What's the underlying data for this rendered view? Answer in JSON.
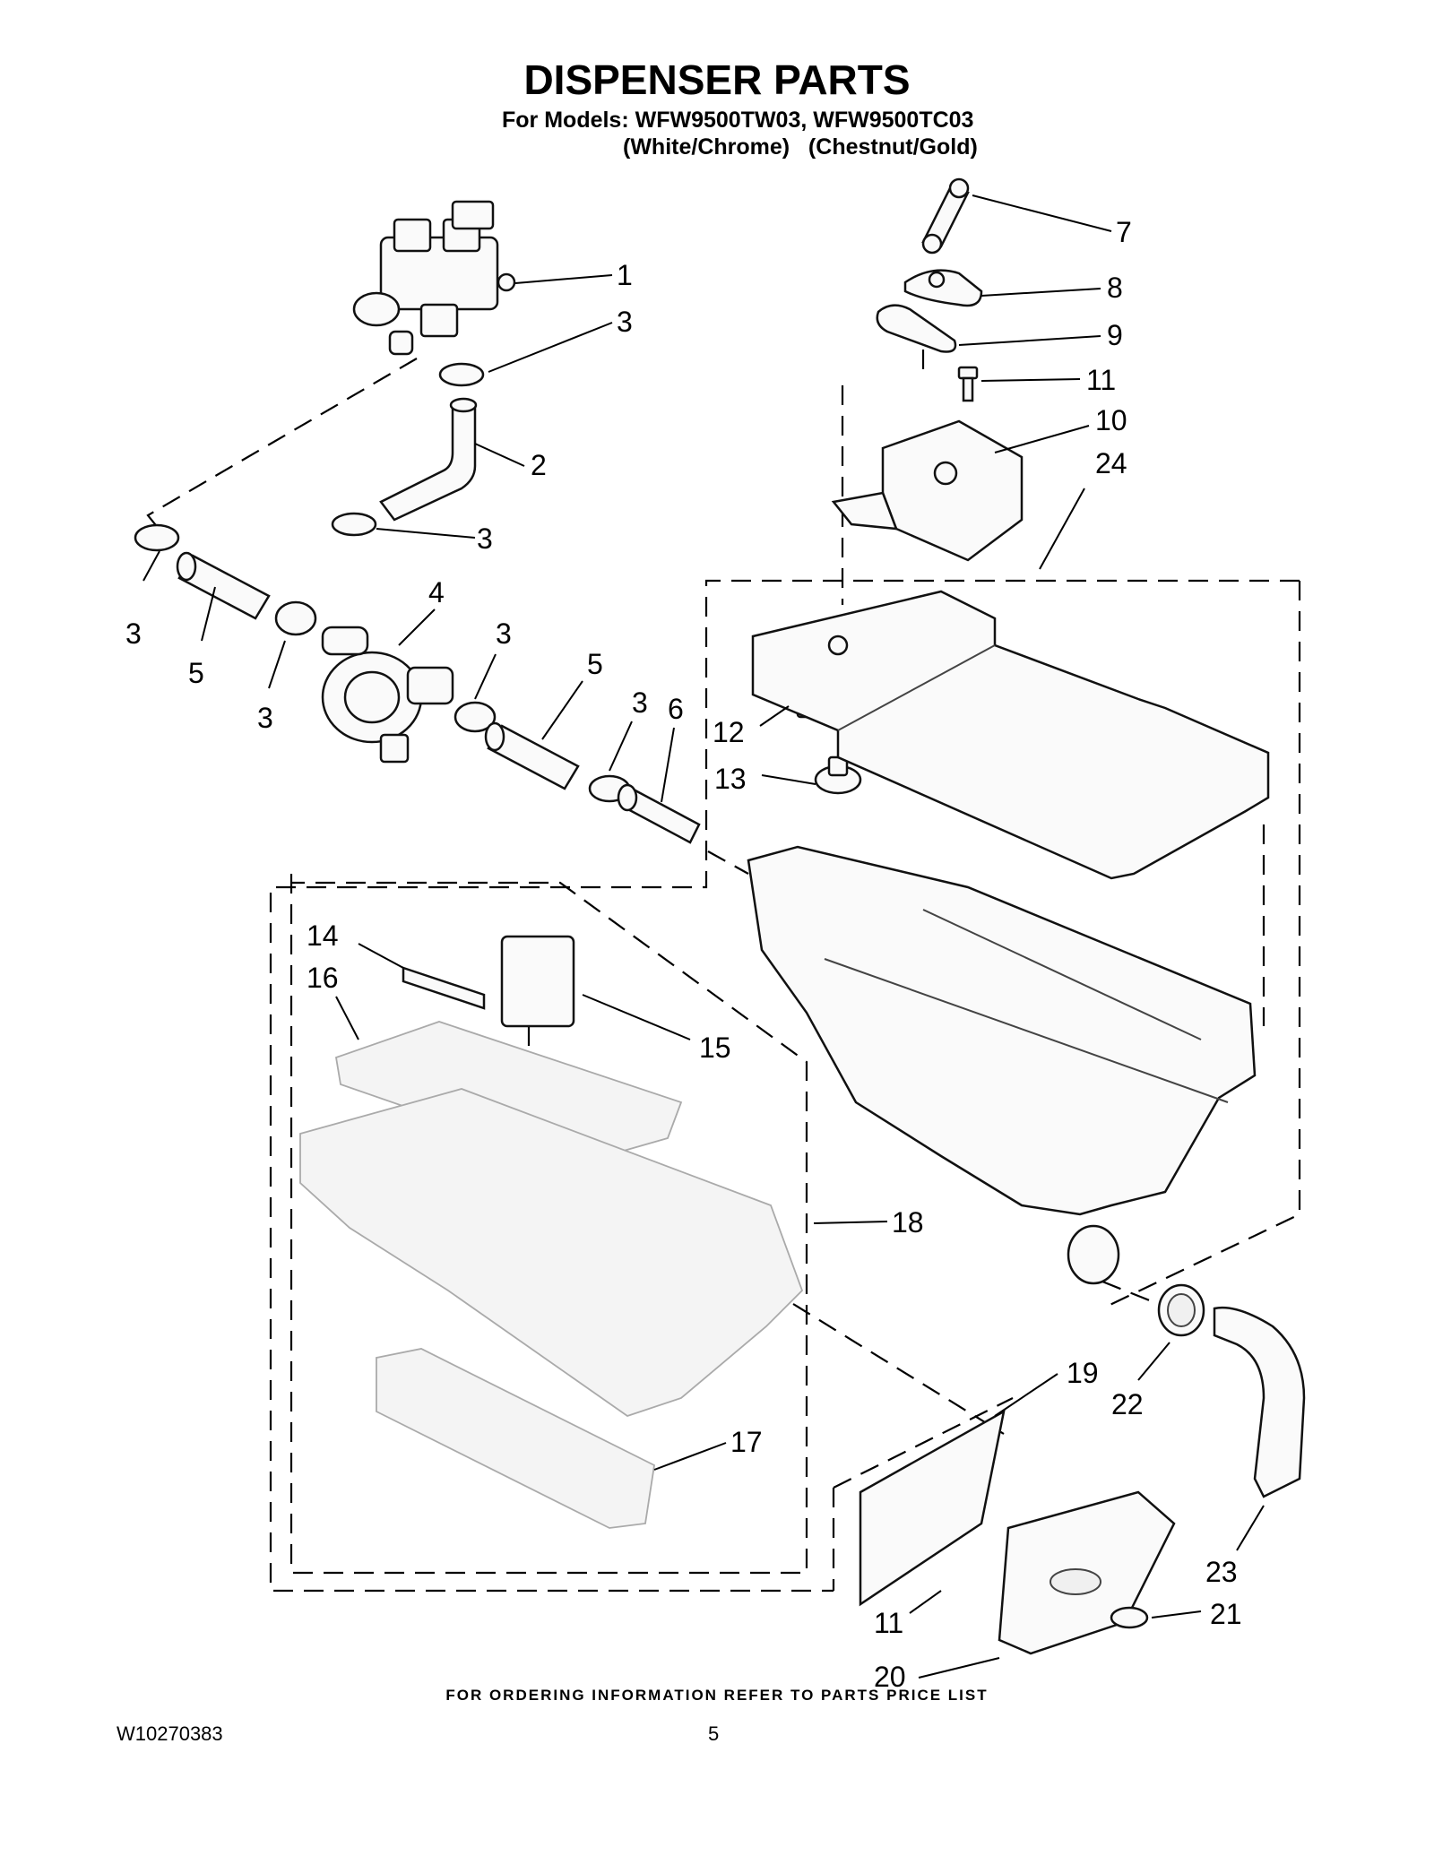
{
  "header": {
    "title": "DISPENSER PARTS",
    "models_line": "For Models: WFW9500TW03, WFW9500TC03",
    "colors_line": "(White/Chrome)   (Chestnut/Gold)"
  },
  "callouts": [
    {
      "id": "c1",
      "label": "1"
    },
    {
      "id": "c3a",
      "label": "3"
    },
    {
      "id": "c2",
      "label": "2"
    },
    {
      "id": "c3b",
      "label": "3"
    },
    {
      "id": "c3c",
      "label": "3"
    },
    {
      "id": "c5a",
      "label": "5"
    },
    {
      "id": "c3d",
      "label": "3"
    },
    {
      "id": "c4",
      "label": "4"
    },
    {
      "id": "c3e",
      "label": "3"
    },
    {
      "id": "c5b",
      "label": "5"
    },
    {
      "id": "c3f",
      "label": "3"
    },
    {
      "id": "c6",
      "label": "6"
    },
    {
      "id": "c7",
      "label": "7"
    },
    {
      "id": "c8",
      "label": "8"
    },
    {
      "id": "c9",
      "label": "9"
    },
    {
      "id": "c11a",
      "label": "11"
    },
    {
      "id": "c10",
      "label": "10"
    },
    {
      "id": "c24",
      "label": "24"
    },
    {
      "id": "c12",
      "label": "12"
    },
    {
      "id": "c13",
      "label": "13"
    },
    {
      "id": "c14",
      "label": "14"
    },
    {
      "id": "c16",
      "label": "16"
    },
    {
      "id": "c15",
      "label": "15"
    },
    {
      "id": "c18",
      "label": "18"
    },
    {
      "id": "c19",
      "label": "19"
    },
    {
      "id": "c22",
      "label": "22"
    },
    {
      "id": "c17",
      "label": "17"
    },
    {
      "id": "c23",
      "label": "23"
    },
    {
      "id": "c11b",
      "label": "11"
    },
    {
      "id": "c21",
      "label": "21"
    },
    {
      "id": "c20",
      "label": "20"
    }
  ],
  "footer": {
    "ordering_note": "FOR ORDERING INFORMATION REFER TO PARTS PRICE LIST",
    "document_number": "W10270383",
    "page_number": "5"
  }
}
